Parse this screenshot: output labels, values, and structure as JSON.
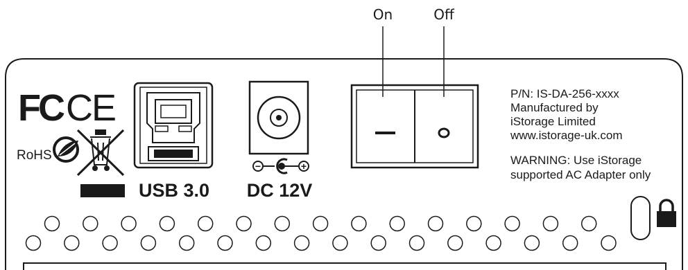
{
  "switch_labels": {
    "on": "On",
    "off": "Off"
  },
  "switch": {
    "on_symbol": "—",
    "off_symbol": "o"
  },
  "ports": {
    "usb_label": "USB 3.0",
    "dc_label": "DC 12V",
    "polarity_minus": "−",
    "polarity_plus": "+"
  },
  "certifications": {
    "fcc": "FC",
    "ce": "CE",
    "rohs": "RoHS"
  },
  "info": {
    "part_number": "P/N: IS-DA-256-xxxx",
    "manufactured_by": "Manufactured by",
    "company": "iStorage Limited",
    "website": "www.istorage-uk.com",
    "warning_line1": "WARNING: Use iStorage",
    "warning_line2": "supported AC Adapter only"
  },
  "icons": {
    "lock": "padlock-icon",
    "bin": "crossed-out-wheelie-bin-icon",
    "rohs": "rohs-leaf-icon"
  },
  "colors": {
    "ink": "#1a1a1a",
    "background": "#ffffff"
  }
}
